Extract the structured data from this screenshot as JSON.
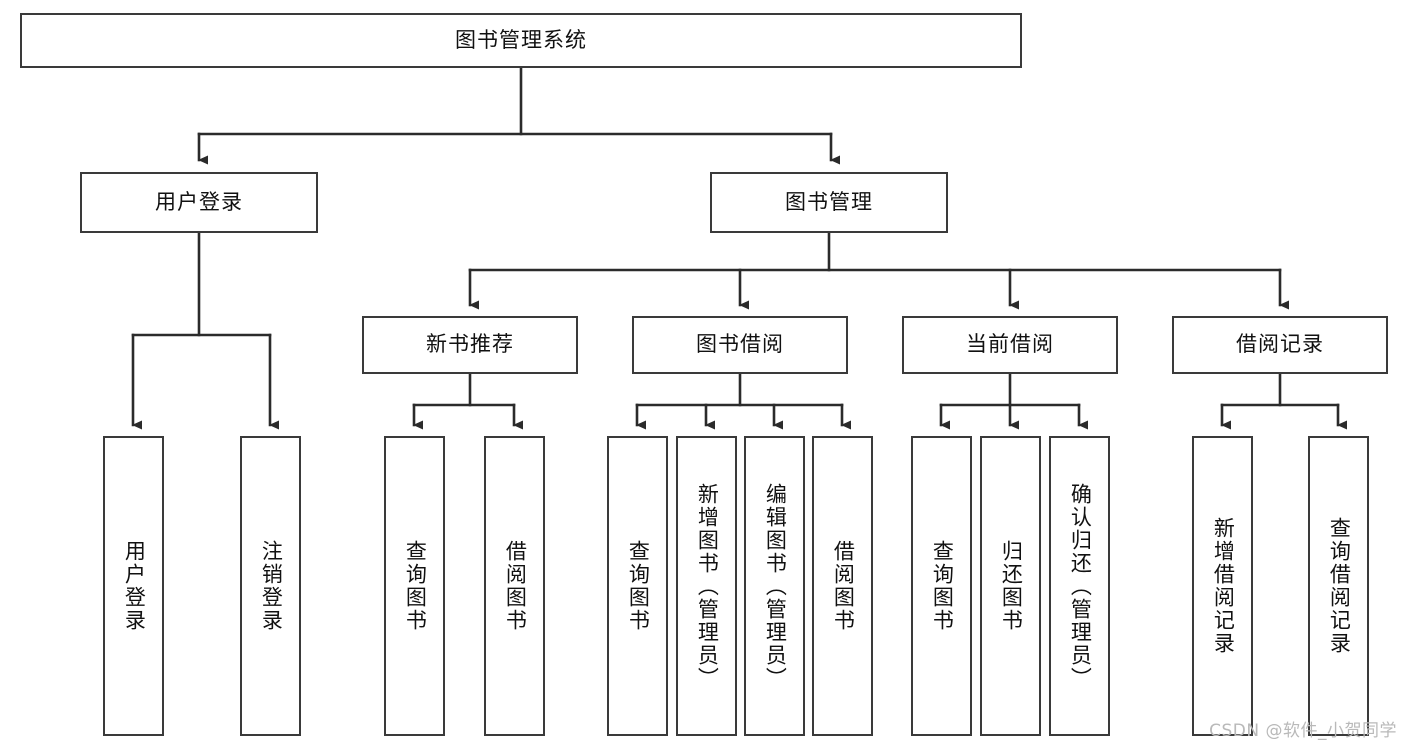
{
  "diagram": {
    "type": "tree-hierarchy",
    "title": "图书管理系统",
    "watermark": "CSDN @软件_小贺同学",
    "colors": {
      "box_border": "#3a3a3a",
      "box_fill": "#ffffff",
      "connector": "#2b2b2b",
      "text": "#111111",
      "watermark": "#b9b9b9"
    },
    "levels": {
      "root": {
        "label": "图书管理系统"
      },
      "level2": [
        {
          "id": "user-login",
          "label": "用户登录"
        },
        {
          "id": "book-management",
          "label": "图书管理"
        }
      ],
      "level3": [
        {
          "id": "new-book-recommend",
          "label": "新书推荐",
          "parent": "book-management"
        },
        {
          "id": "book-borrow",
          "label": "图书借阅",
          "parent": "book-management"
        },
        {
          "id": "current-borrow",
          "label": "当前借阅",
          "parent": "book-management"
        },
        {
          "id": "borrow-record",
          "label": "借阅记录",
          "parent": "book-management"
        }
      ],
      "leaves": [
        {
          "id": "leaf-user-login",
          "label": "用户登录",
          "parent": "user-login"
        },
        {
          "id": "leaf-logout-login",
          "label": "注销登录",
          "parent": "user-login"
        },
        {
          "id": "leaf-query-book-1",
          "label": "查询图书",
          "parent": "new-book-recommend"
        },
        {
          "id": "leaf-borrow-book-1",
          "label": "借阅图书",
          "parent": "new-book-recommend"
        },
        {
          "id": "leaf-query-book-2",
          "label": "查询图书",
          "parent": "book-borrow"
        },
        {
          "id": "leaf-add-book",
          "label": "新增图书（管理员）",
          "parent": "book-borrow"
        },
        {
          "id": "leaf-edit-book",
          "label": "编辑图书（管理员）",
          "parent": "book-borrow"
        },
        {
          "id": "leaf-borrow-book-2",
          "label": "借阅图书",
          "parent": "book-borrow"
        },
        {
          "id": "leaf-query-book-3",
          "label": "查询图书",
          "parent": "current-borrow"
        },
        {
          "id": "leaf-return-book",
          "label": "归还图书",
          "parent": "current-borrow"
        },
        {
          "id": "leaf-confirm-return",
          "label": "确认归还（管理员）",
          "parent": "current-borrow"
        },
        {
          "id": "leaf-add-record",
          "label": "新增借阅记录",
          "parent": "borrow-record"
        },
        {
          "id": "leaf-query-record",
          "label": "查询借阅记录",
          "parent": "borrow-record"
        }
      ]
    }
  }
}
